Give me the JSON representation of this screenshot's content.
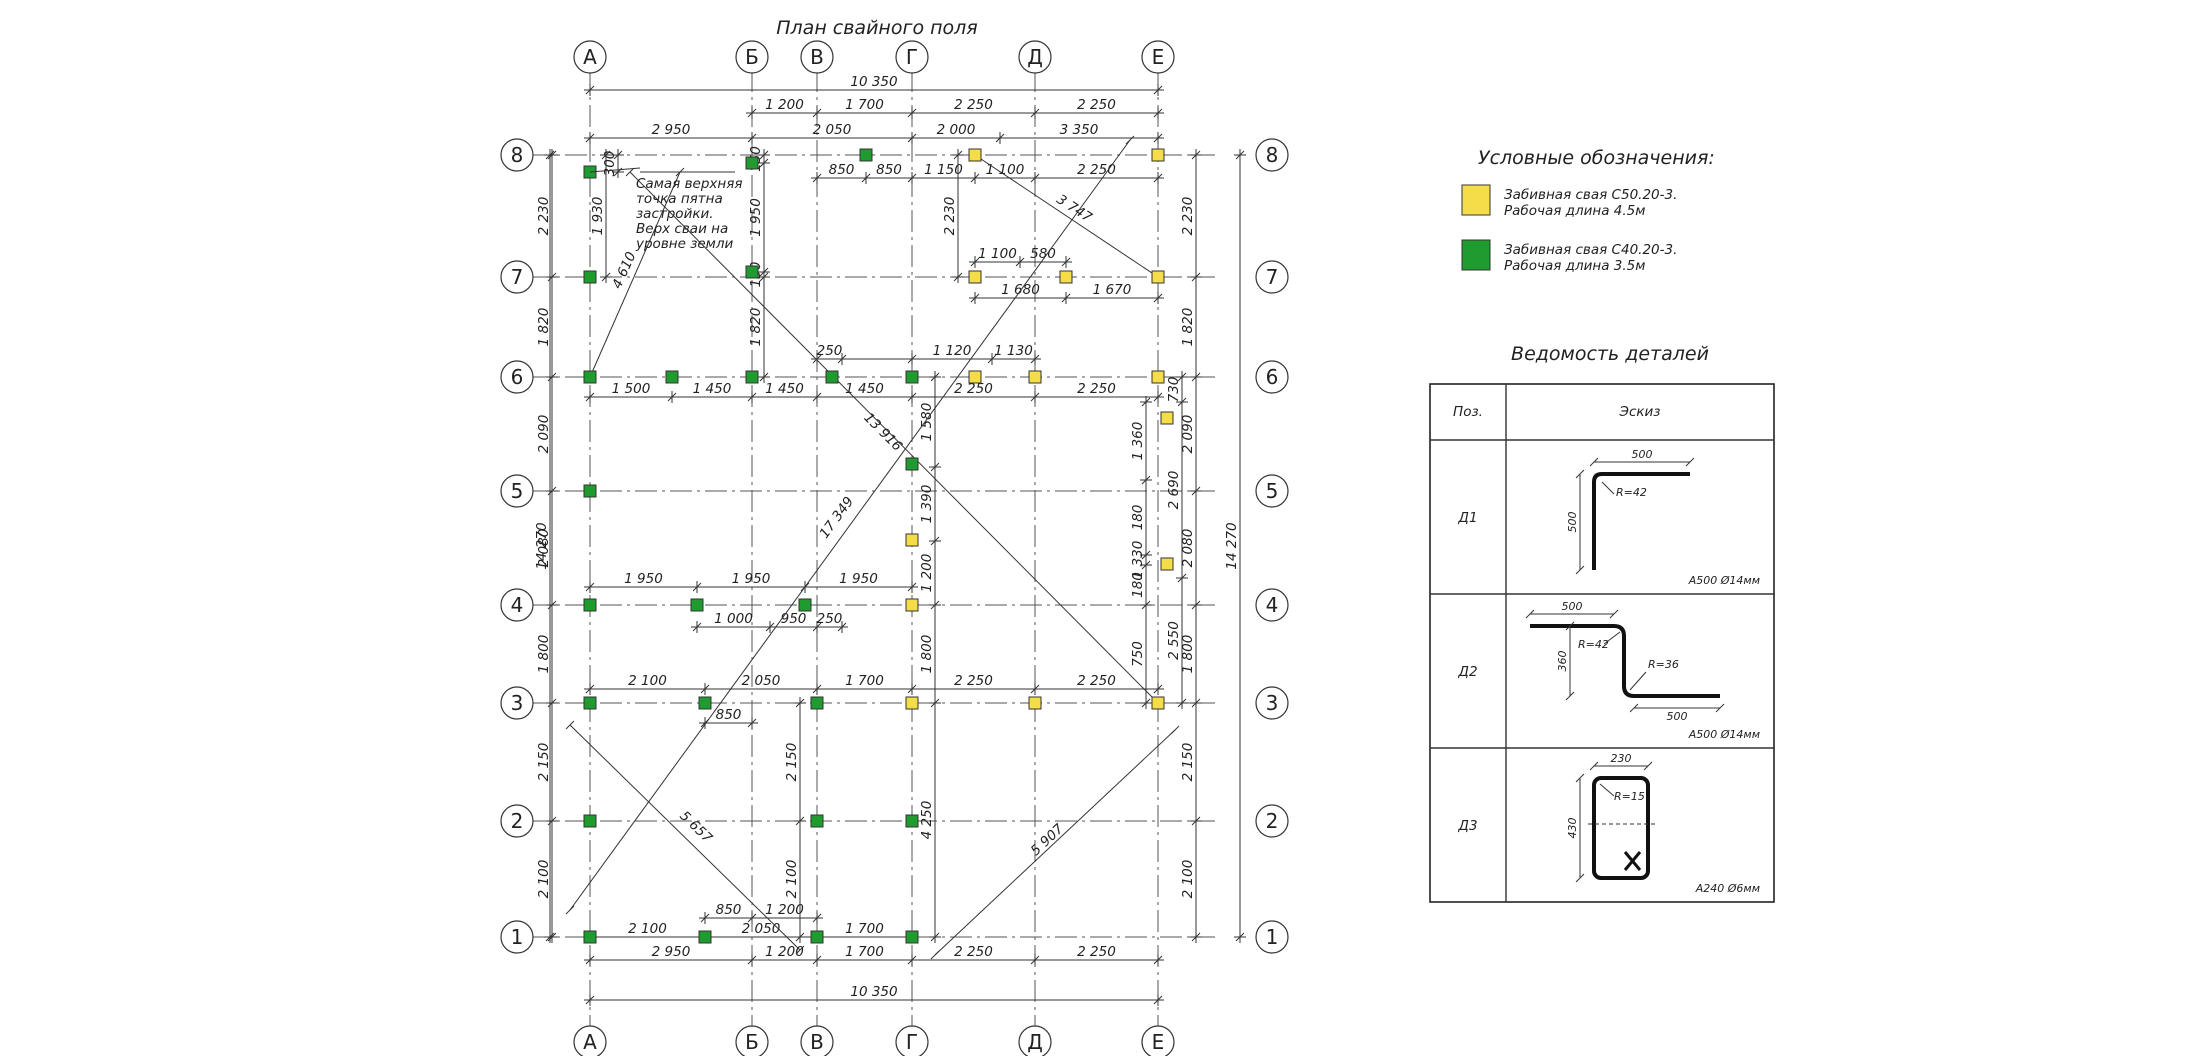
{
  "drawing_title": "План свайного поля",
  "axes": {
    "columns": [
      "А",
      "Б",
      "В",
      "Г",
      "Д",
      "Е"
    ],
    "rows": [
      "8",
      "7",
      "6",
      "5",
      "4",
      "3",
      "2",
      "1"
    ]
  },
  "dimensions": {
    "total_width": "10 350",
    "total_height": "14 270",
    "top_column_spans": [
      "2 950",
      "1 200",
      "1 700",
      "2 250",
      "2 250"
    ],
    "top_row1": [
      "1 200",
      "1 700",
      "2 250",
      "2 250"
    ],
    "top_row2": [
      "2 950",
      "2 050",
      "2 000",
      "3 350"
    ],
    "row8_inner": [
      "850",
      "850",
      "1 150",
      "1 100",
      "2 250"
    ],
    "left_chain": [
      "2 230",
      "1 820",
      "2 090",
      "2 080",
      "1 800",
      "2 150",
      "2 100"
    ],
    "right_chain": [
      "2 230",
      "1 820",
      "2 090",
      "2 080",
      "1 800",
      "2 150",
      "2 100"
    ],
    "right_inner_chain": [
      "730",
      "2 690",
      "2 550"
    ],
    "row6_spans": [
      "1 500",
      "1 450",
      "1 450",
      "1 450",
      "2 250",
      "2 250"
    ],
    "row6_small": [
      "250",
      "1 120",
      "1 130"
    ],
    "row7_spans": [
      "1 100",
      "580"
    ],
    "row7_below": [
      "1 680",
      "1 670"
    ],
    "row4_spans": [
      "1 950",
      "1 950",
      "1 950"
    ],
    "row4_below": [
      "1 000",
      "950",
      "250"
    ],
    "row3_spans": [
      "2 100",
      "2 050",
      "1 700",
      "2 250",
      "2 250"
    ],
    "row3_below": [
      "850"
    ],
    "row1_above": [
      "850",
      "1 200"
    ],
    "row1_below": [
      "2 100",
      "2 050",
      "1 700"
    ],
    "bottom_spans": [
      "2 950",
      "1 200",
      "1 700",
      "2 250",
      "2 250"
    ],
    "col_b_vertical": [
      "150",
      "1 950",
      "130",
      "1 820"
    ],
    "col_g_vertical": [
      "1 580",
      "1 390",
      "1 200",
      "1 800",
      "4 250"
    ],
    "col_e_vertical": [
      "1 360",
      "180",
      "1 330",
      "180",
      "750",
      "1 800"
    ],
    "col_v_vertical": [
      "2 150",
      "2 100"
    ],
    "upper_right_vertical": [
      "2 230"
    ],
    "a_small_vertical": [
      "1 930",
      "300"
    ],
    "diagonals": [
      "3 747",
      "4 610",
      "13 916",
      "17 349",
      "5 657",
      "5 907"
    ]
  },
  "annotation": "Самая верхняя точка пятна застройки. Верх сваи на уровне земли",
  "annotation_lines": [
    "Самая верхняя",
    "точка пятна",
    "застройки.",
    "Верх сваи на",
    "уровне земли"
  ],
  "legend": {
    "title": "Условные обозначения:",
    "items": [
      {
        "color": "#f5dd4a",
        "line1": "Забивная свая С50.20-3.",
        "line2": "Рабочая длина 4.5м"
      },
      {
        "color": "#1f9b2f",
        "line1": "Забивная свая С40.20-3.",
        "line2": "Рабочая длина 3.5м"
      }
    ]
  },
  "details": {
    "title": "Ведомость деталей",
    "headers": [
      "Поз.",
      "Эскиз"
    ],
    "rows": [
      {
        "pos": "Д1",
        "dims": [
          "500",
          "500"
        ],
        "radius": "R=42",
        "steel": "А500 Ø14мм"
      },
      {
        "pos": "Д2",
        "dims": [
          "500",
          "360",
          "500"
        ],
        "radius": "R=42",
        "radius2": "R=36",
        "steel": "А500 Ø14мм"
      },
      {
        "pos": "Д3",
        "dims": [
          "230",
          "430"
        ],
        "radius": "R=15",
        "steel": "А240 Ø6мм"
      }
    ]
  },
  "colors": {
    "yellow_pile": "#f5dd4a",
    "green_pile": "#1f9b2f",
    "line": "#333333"
  }
}
